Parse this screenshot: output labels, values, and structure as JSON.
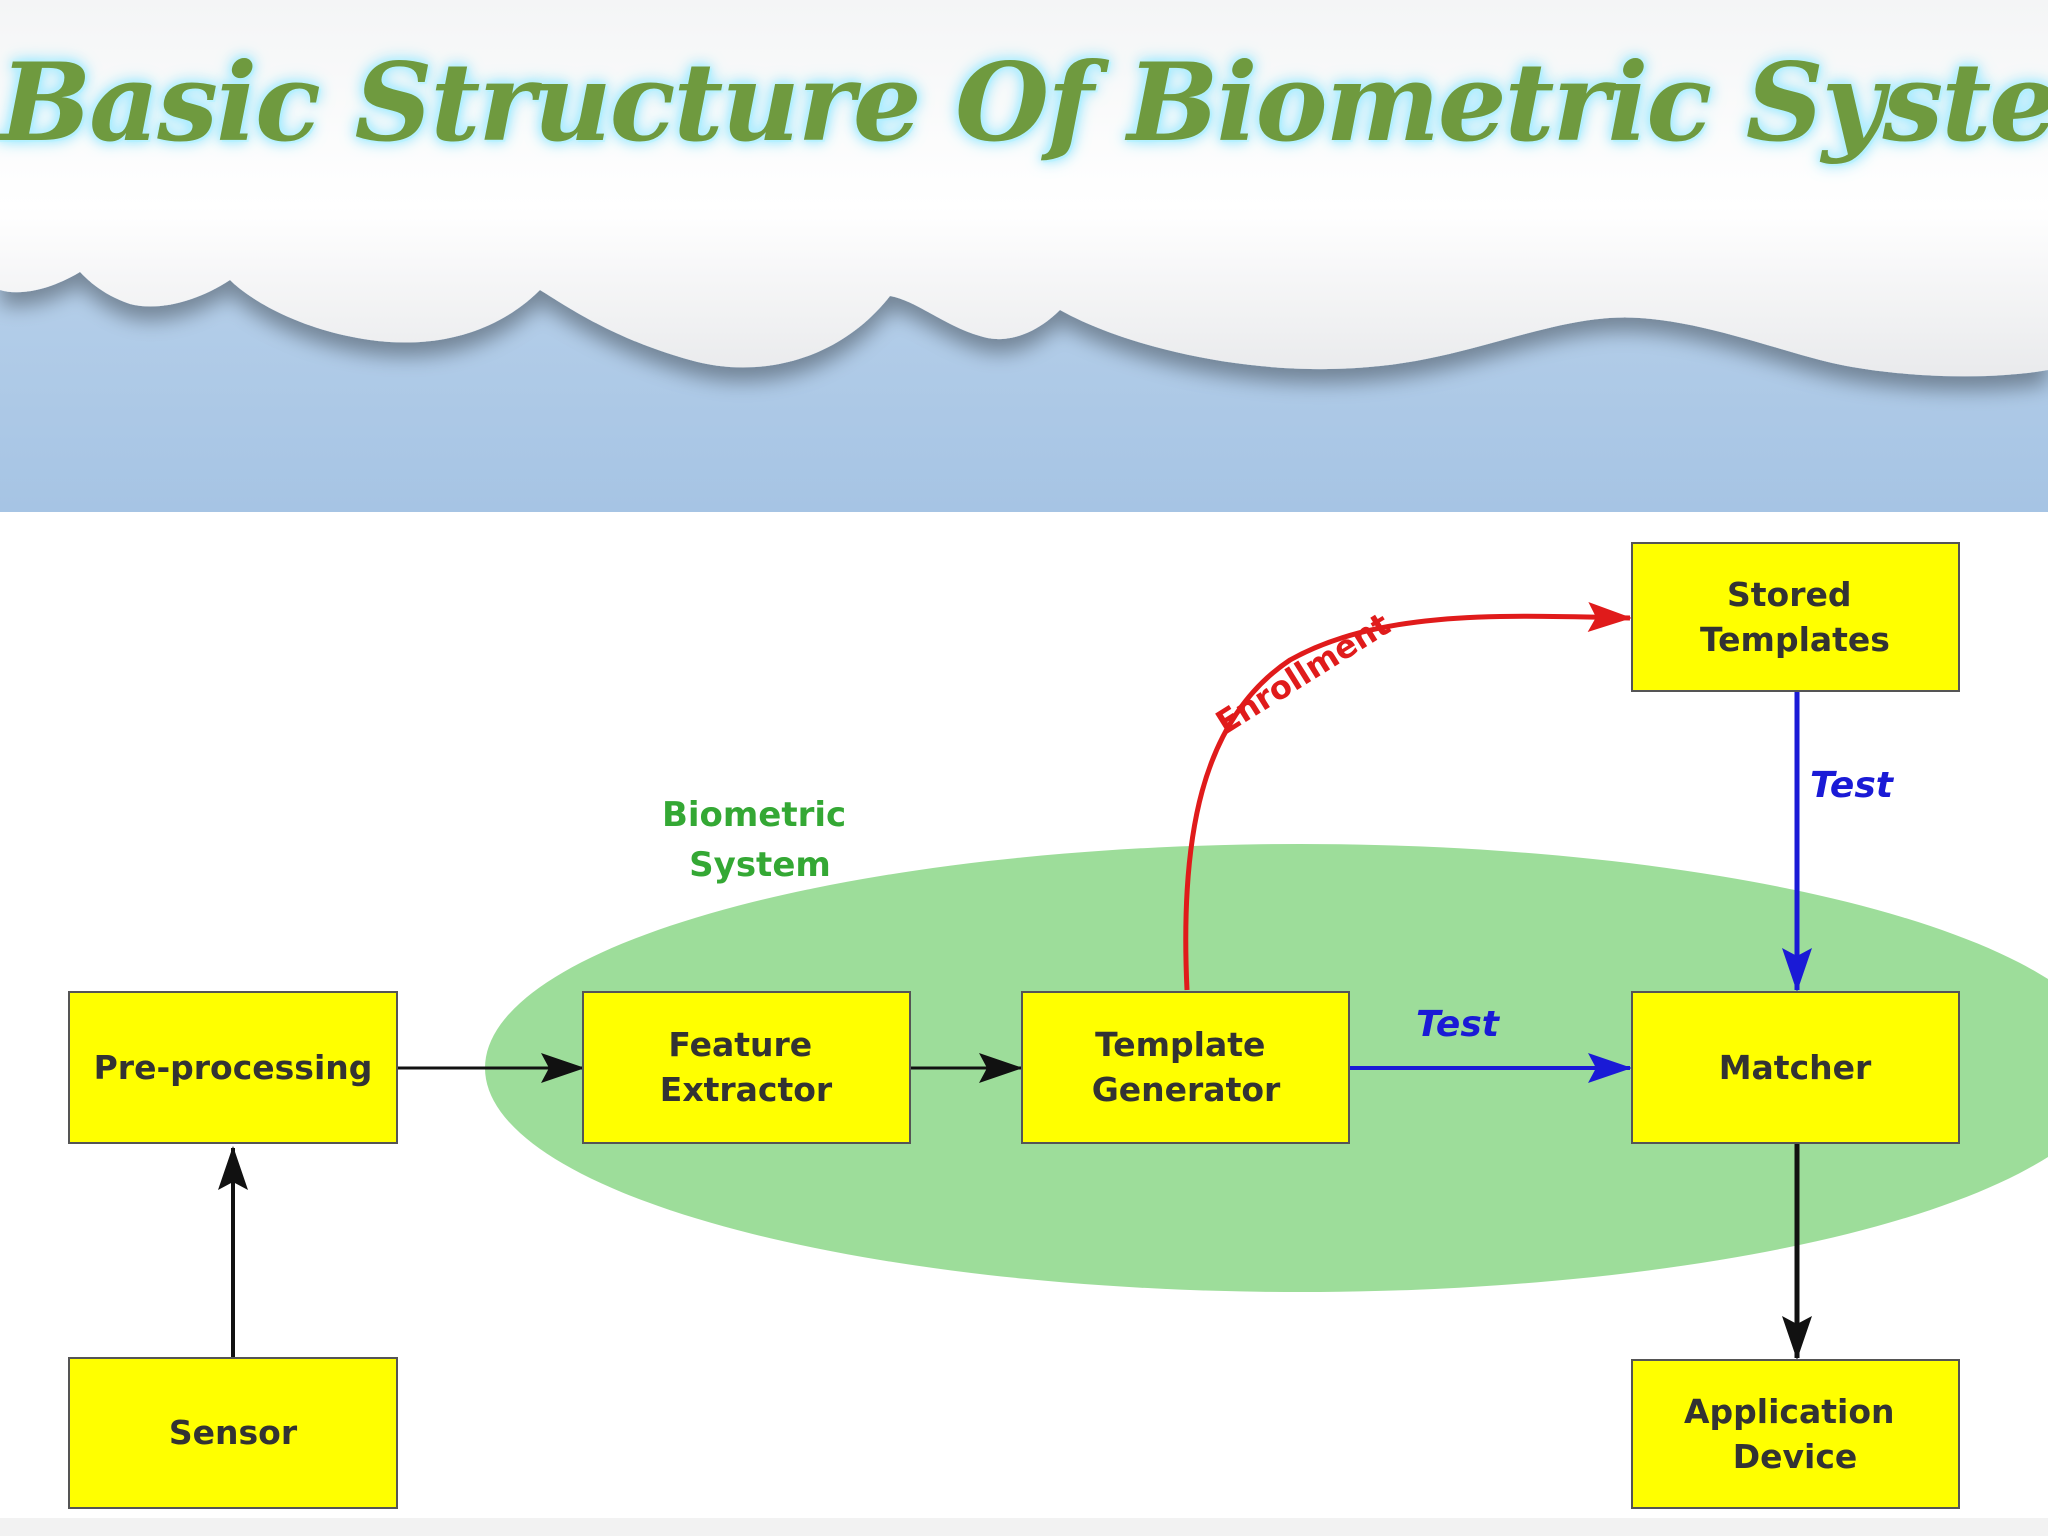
{
  "title": "Basic Structure Of Biometric System",
  "colors": {
    "title": "#6f9a3f",
    "box_fill": "#ffff00",
    "ellipse_fill": "#9ddd9a",
    "enrollment_arrow": "#e01b1b",
    "test_arrow": "#1a1ad6",
    "flow_arrow": "#111111",
    "sky": "#a9c8e6"
  },
  "diagram": {
    "region_label": {
      "line1": "Biometric",
      "line2": "System"
    },
    "nodes": {
      "sensor": {
        "line1": "Sensor"
      },
      "preprocessing": {
        "line1": "Pre-processing"
      },
      "feature_extractor": {
        "line1": "Feature",
        "line2": "Extractor"
      },
      "template_generator": {
        "line1": "Template",
        "line2": "Generator"
      },
      "stored_templates": {
        "line1": "Stored",
        "line2": "Templates"
      },
      "matcher": {
        "line1": "Matcher"
      },
      "application_device": {
        "line1": "Application",
        "line2": "Device"
      }
    },
    "edges": {
      "enrollment": "Enrollment",
      "test_vertical": "Test",
      "test_horizontal": "Test"
    }
  }
}
